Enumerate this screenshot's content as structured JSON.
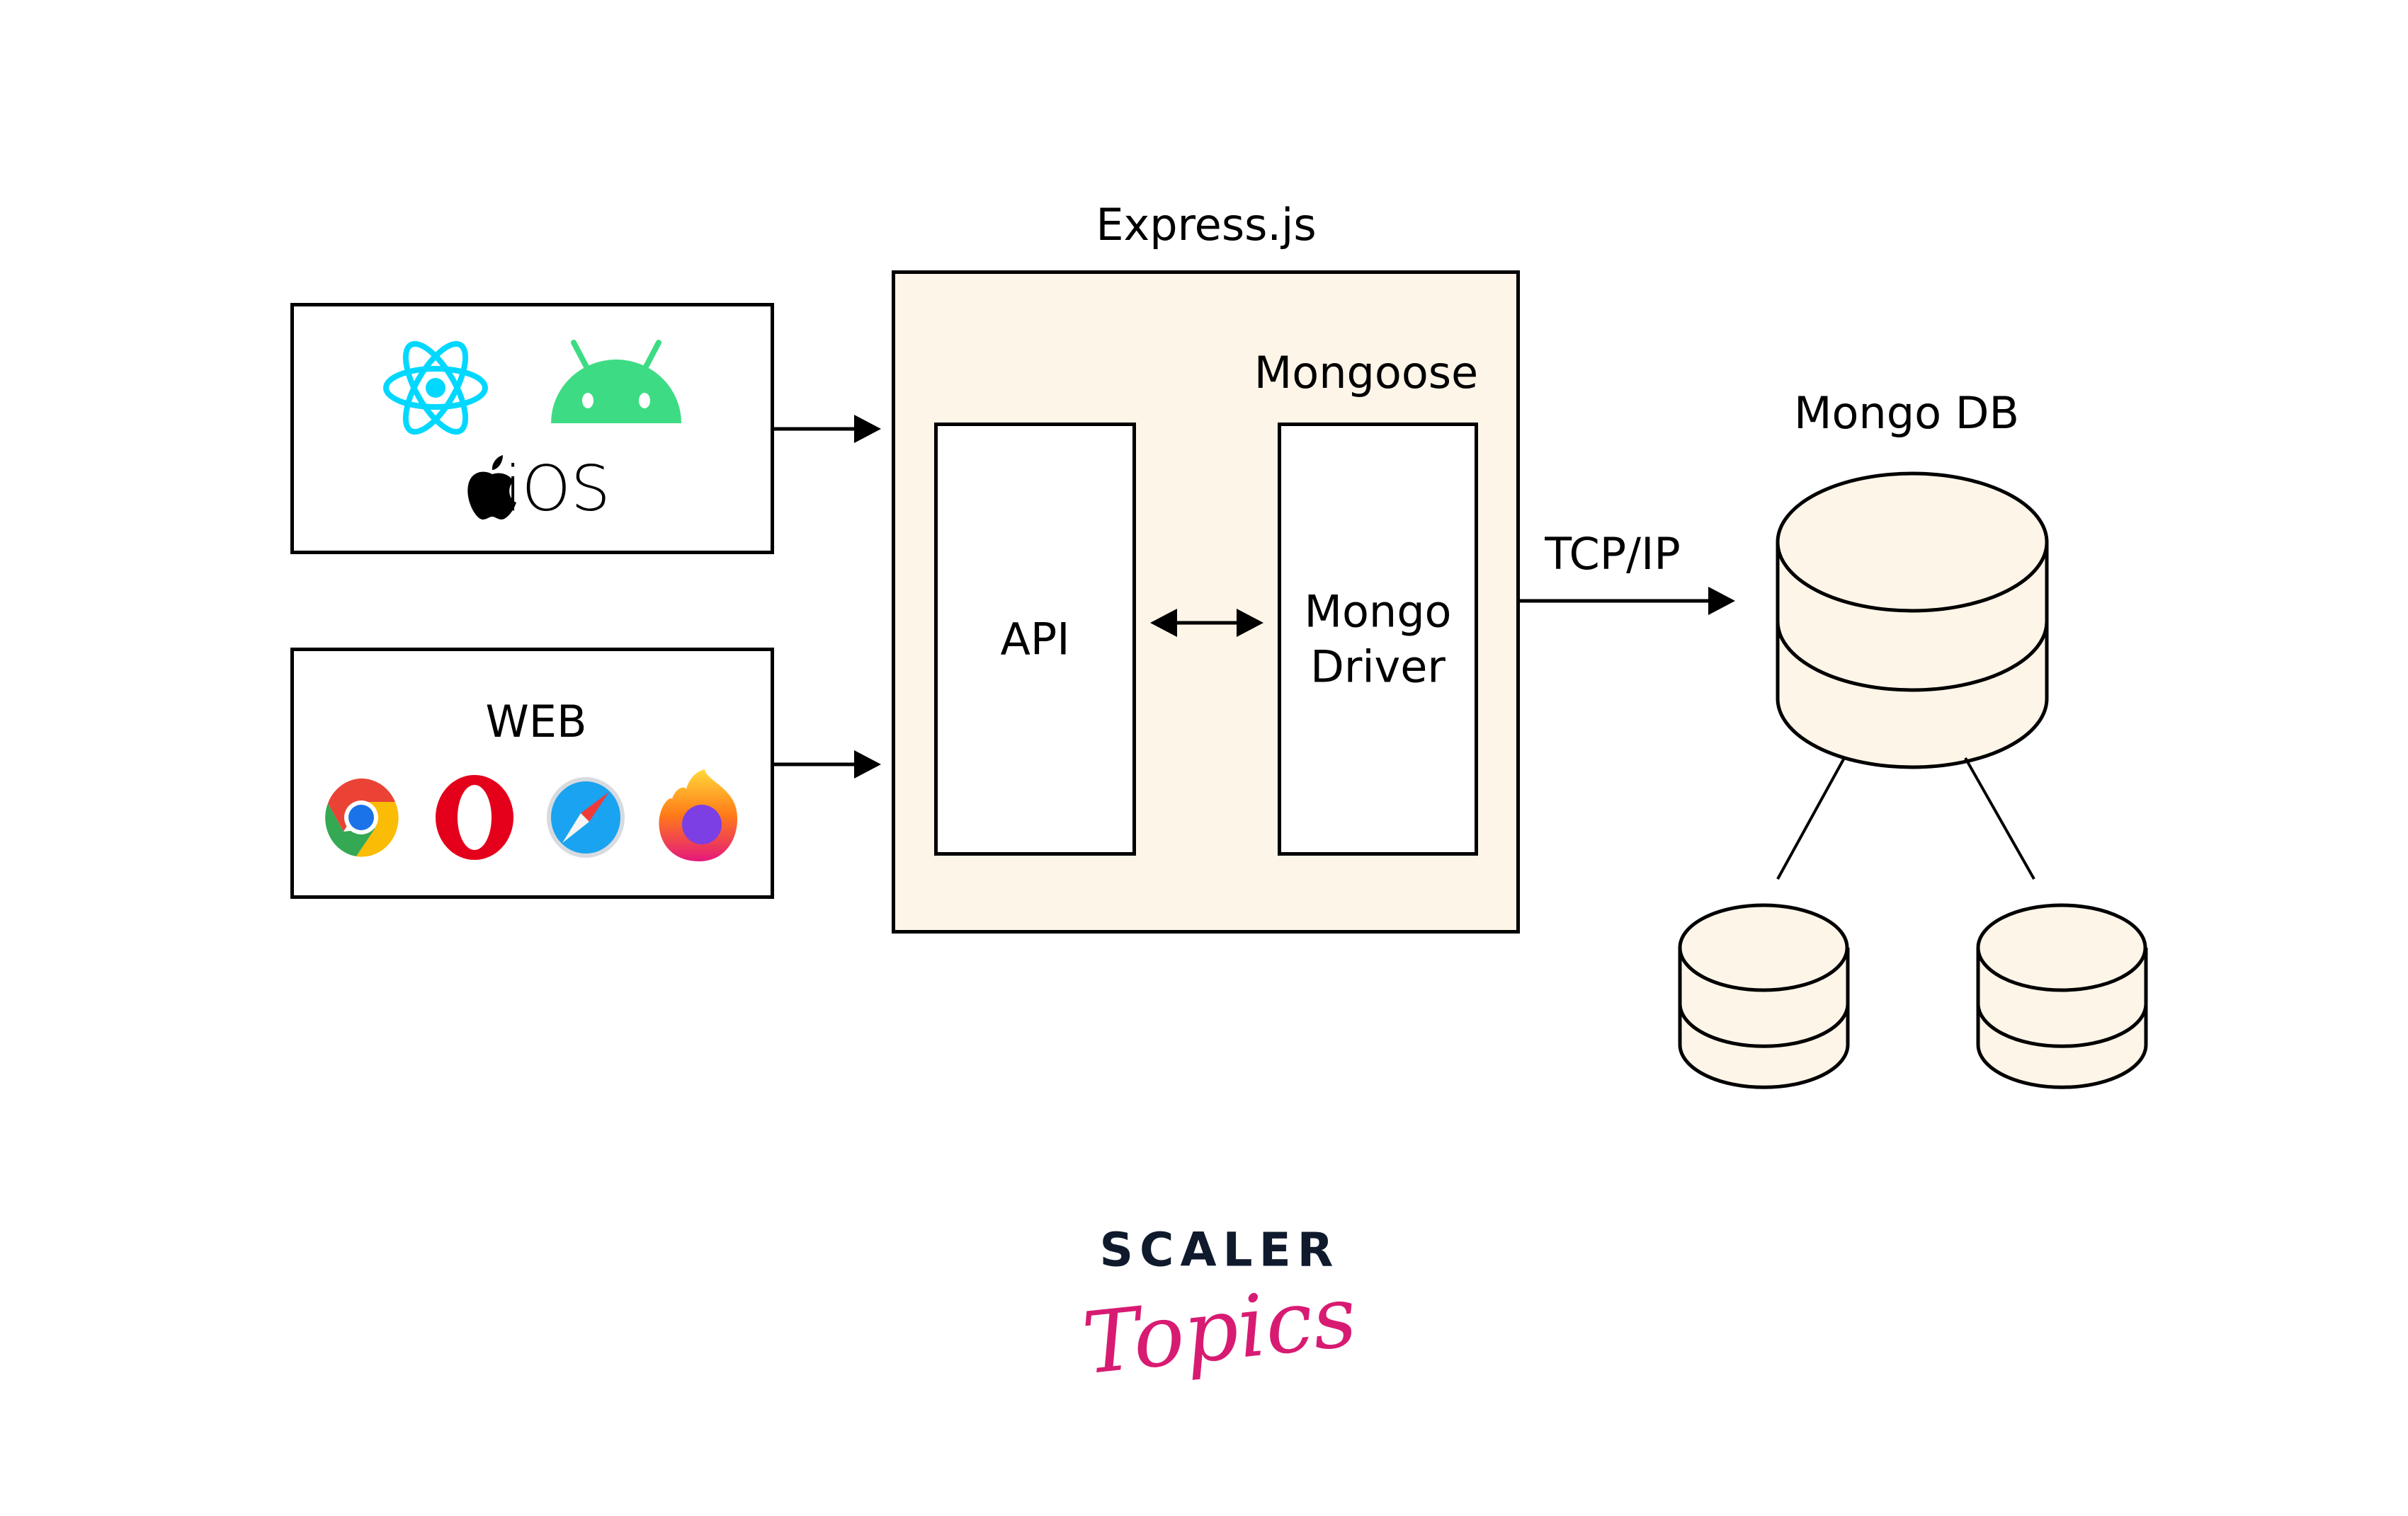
{
  "title": "MongoDB with Express.js architecture",
  "clients": {
    "mobile": {
      "icons": [
        "react-icon",
        "android-icon",
        "apple-icon"
      ],
      "ios_label": "iOS"
    },
    "web": {
      "label": "WEB",
      "icons": [
        "chrome-icon",
        "opera-icon",
        "safari-icon",
        "firefox-icon"
      ]
    }
  },
  "server": {
    "title": "Express.js",
    "mongoose_label": "Mongoose",
    "api_label": "API",
    "driver_label": "Mongo\nDriver"
  },
  "connection": {
    "label": "TCP/IP"
  },
  "database": {
    "label": "Mongo DB",
    "replicas": 2
  },
  "branding": {
    "line1": "SCALER",
    "line2": "Topics"
  },
  "colors": {
    "express_fill": "#fdf5e8",
    "db_fill": "#fdf5e8",
    "react": "#00d8ff",
    "android": "#3ddc84",
    "scaler_dark": "#0f1a2c",
    "topics_pink": "#d81b72"
  }
}
